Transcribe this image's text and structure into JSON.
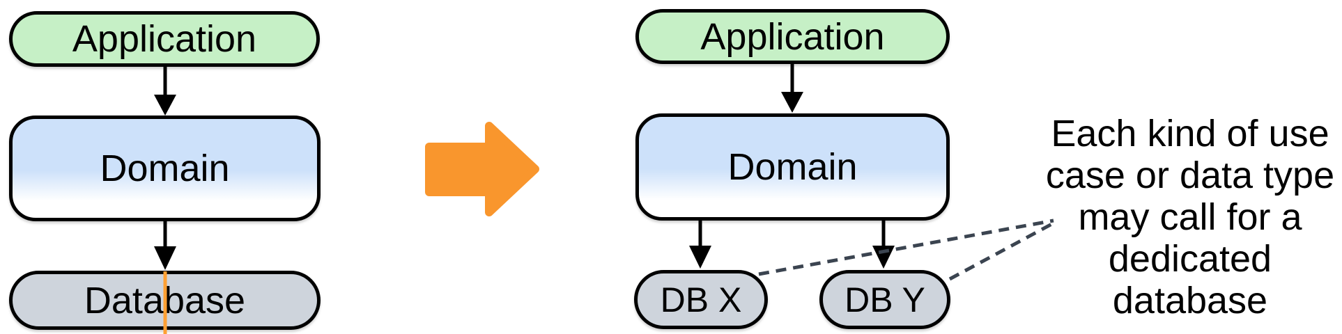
{
  "left": {
    "application_label": "Application",
    "domain_label": "Domain",
    "database_label": "Database"
  },
  "right": {
    "application_label": "Application",
    "domain_label": "Domain",
    "db_x_label": "DB X",
    "db_y_label": "DB Y"
  },
  "annotation": {
    "text": "Each kind of use case or data type may call for a dedicated database",
    "lines": [
      "Each kind of use",
      "case or data type",
      "may call for a",
      "dedicated",
      "database"
    ]
  },
  "icons": {
    "transform_arrow": "block-arrow-right-icon"
  },
  "colors": {
    "background": "#FFFFFF",
    "text": "#000000",
    "node_border": "#000000",
    "connector": "#000000",
    "application_fill": "#C6F0C6",
    "domain_fill_top": "#CDE1FA",
    "domain_fill_bottom": "#FFFFFF",
    "database_fill": "#CED4DC",
    "transform_arrow": "#F9962D",
    "dashed_line": "#3B4450",
    "highlight_line": "#FFA033"
  }
}
